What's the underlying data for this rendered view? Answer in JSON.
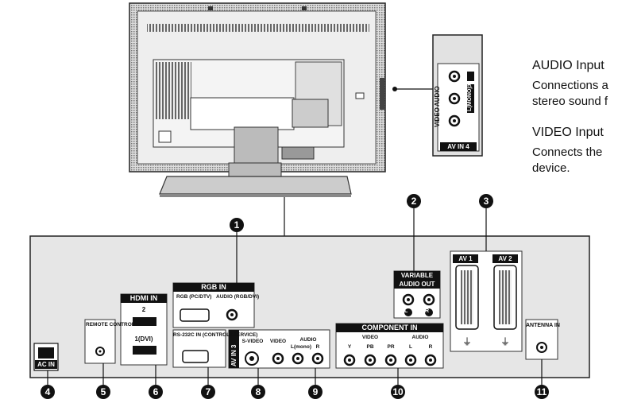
{
  "description": {
    "audio_heading": "AUDIO Input",
    "audio_line_1": "Connections a",
    "audio_line_2": "stereo sound f",
    "video_heading": "VIDEO Input",
    "video_line_1": "Connects the",
    "video_line_2": "device."
  },
  "av_in_4": {
    "title": "AV IN 4",
    "audio": "AUDIO",
    "video": "VIDEO",
    "r": "R",
    "l_mono": "L(MONO)"
  },
  "rear_panel": {
    "ac_in": "AC IN",
    "remote_control_in": "REMOTE CONTROL IN",
    "hdmi_in": "HDMI IN",
    "hdmi_2": "2",
    "hdmi_1_dvi": "1(DVI)",
    "rgb_in": "RGB IN",
    "rgb_pc_dtv": "RGB (PC/DTV)",
    "rgb_audio": "AUDIO (RGB/DVI)",
    "rs232c": "RS-232C IN (CONTROL&SERVICE)",
    "av_in_3": "AV IN 3",
    "s_video": "S-VIDEO",
    "video": "VIDEO",
    "audio": "AUDIO",
    "l_mono": "L(mono)",
    "component_in": "COMPONENT IN",
    "component_video": "VIDEO",
    "component_audio": "AUDIO",
    "y": "Y",
    "pb": "PB",
    "pr": "PR",
    "l": "L",
    "r": "R",
    "variable_audio_out": "VARIABLE AUDIO OUT",
    "av1": "AV 1",
    "av2": "AV 2",
    "antenna_in": "ANTENNA IN"
  },
  "callouts": [
    "1",
    "2",
    "3",
    "4",
    "5",
    "6",
    "7",
    "8",
    "9",
    "10",
    "11"
  ]
}
